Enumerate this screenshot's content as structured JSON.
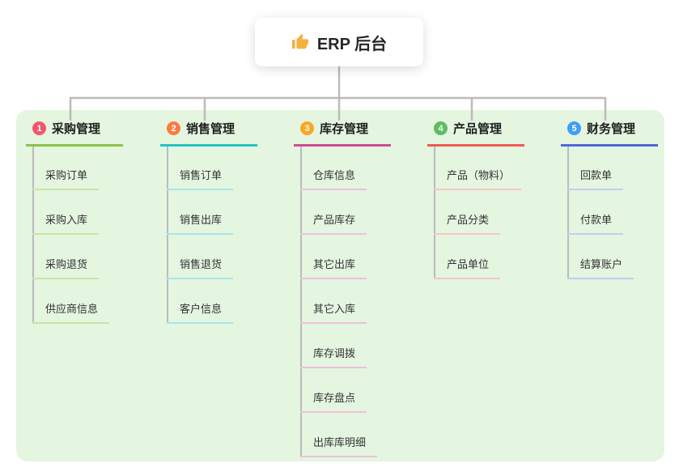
{
  "root": {
    "title": "ERP 后台",
    "icon": "thumbs-up-icon",
    "icon_color": "#f4b13e"
  },
  "panel_color": "#e4f5e0",
  "connector": {
    "root_stub_color": "#5069d6"
  },
  "branches": [
    {
      "number": "1",
      "label": "采购管理",
      "badge_color": "#f2566b",
      "line_color": "#8bc34a",
      "child_line_color": "#c9e6a3",
      "children": [
        "采购订单",
        "采购入库",
        "采购退货",
        "供应商信息"
      ]
    },
    {
      "number": "2",
      "label": "销售管理",
      "badge_color": "#fb7c3f",
      "line_color": "#24c3c9",
      "child_line_color": "#a8e6e8",
      "children": [
        "销售订单",
        "销售出库",
        "销售退货",
        "客户信息"
      ]
    },
    {
      "number": "3",
      "label": "库存管理",
      "badge_color": "#f9a825",
      "line_color": "#d04b98",
      "child_line_color": "#efc0dc",
      "children": [
        "仓库信息",
        "产品库存",
        "其它出库",
        "其它入库",
        "库存调拨",
        "库存盘点",
        "出库库明细"
      ]
    },
    {
      "number": "4",
      "label": "产品管理",
      "badge_color": "#5cbd63",
      "line_color": "#ee5a55",
      "child_line_color": "#f6c6c3",
      "children": [
        "产品（物料）",
        "产品分类",
        "产品单位"
      ]
    },
    {
      "number": "5",
      "label": "财务管理",
      "badge_color": "#3f9ef5",
      "line_color": "#5069d6",
      "child_line_color": "#c3cdf2",
      "children": [
        "回款单",
        "付款单",
        "结算账户"
      ]
    }
  ]
}
